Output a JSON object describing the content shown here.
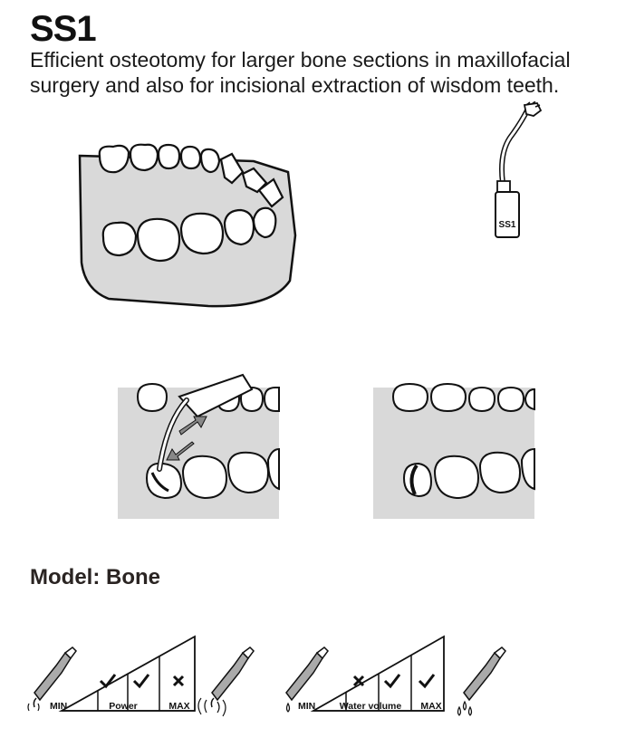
{
  "header": {
    "title": "SS1",
    "description": "Efficient osteotomy for larger bone sections in maxillofacial surgery and also for incisional extraction of wisdom teeth."
  },
  "tip": {
    "engraving": "SS1"
  },
  "model": {
    "prefix": "Model:",
    "name": "Bone"
  },
  "power_scale": {
    "min_label": "MIN",
    "mid_label": "Power",
    "max_label": "MAX",
    "marks": [
      "check",
      "check",
      "cross"
    ]
  },
  "water_scale": {
    "min_label": "MIN",
    "mid_label": "Water volume",
    "max_label": "MAX",
    "marks": [
      "cross",
      "check",
      "check"
    ]
  },
  "colors": {
    "gum": "#d9d9d9",
    "text": "#111111",
    "heading2": "#2a2422"
  }
}
